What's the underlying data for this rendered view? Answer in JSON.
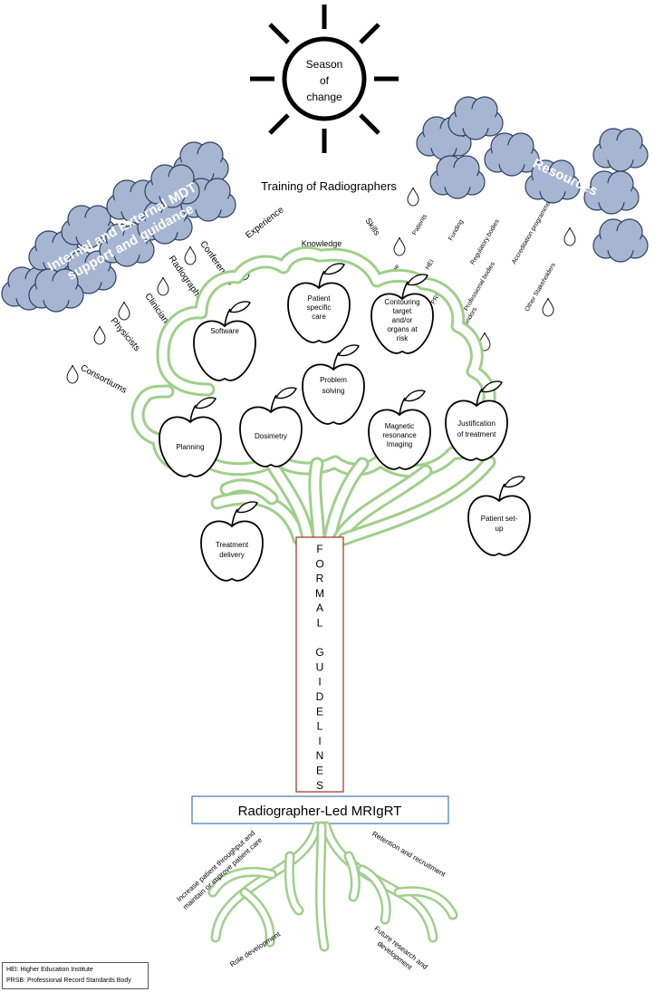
{
  "sun": {
    "line1": "Season",
    "line2": "of",
    "line3": "change"
  },
  "title": "Training of Radiographers",
  "clouds": {
    "left_line1": "Internal and External MDT",
    "left_line2": "support and guidance",
    "right": "Resources"
  },
  "mdt_items": [
    "Experience",
    "Conferences",
    "Radiographers",
    "Clinicians",
    "Physicists",
    "Consortiums"
  ],
  "training_items": [
    "Knowledge",
    "Skills"
  ],
  "resource_items": [
    "Patients",
    "Funding",
    "Regulatory bodies",
    "Accreditation programme",
    "Time",
    "HEI",
    "PRSB",
    "Professional bodies",
    "Vendors",
    "Other Stakeholders"
  ],
  "apples": {
    "software": [
      "Software"
    ],
    "patient_care": [
      "Patient",
      "specific",
      "care"
    ],
    "contouring": [
      "Contouring",
      "target",
      "and/or",
      "organs at",
      "risk"
    ],
    "problem_solving": [
      "Problem",
      "solving"
    ],
    "planning": [
      "Planning"
    ],
    "dosimetry": [
      "Dosimetry"
    ],
    "mri": [
      "Magnetic",
      "resonance",
      "Imaging"
    ],
    "justification": [
      "Justification",
      "of treatment"
    ],
    "treatment_delivery": [
      "Treatment",
      "delivery"
    ],
    "patient_setup": [
      "Patient set-",
      "up"
    ]
  },
  "trunk": {
    "letters": [
      "F",
      "O",
      "R",
      "M",
      "A",
      "L",
      "",
      "G",
      "U",
      "I",
      "D",
      "E",
      "L",
      "I",
      "N",
      "E",
      "S"
    ]
  },
  "banner": "Radiographer-Led MRIgRT",
  "roots": {
    "throughput_line1": "Increase patient throughput and",
    "throughput_line2": "maintain or improve patient care",
    "retention": "Retention and recruitment",
    "role": "Role development",
    "future_line1": "Future research and",
    "future_line2": "development"
  },
  "legend": {
    "hei": "HEI: Higher Education Institute",
    "prsb": "PRSB: Professional Record Standards Body"
  },
  "colors": {
    "tree": "#9fcf8a",
    "cloud": "#a6b6d2",
    "trunk_border": "#b03a2e",
    "banner_border": "#4f81bd"
  }
}
